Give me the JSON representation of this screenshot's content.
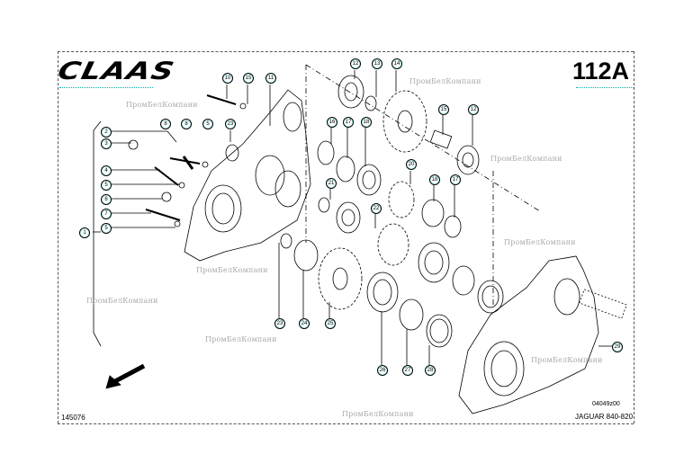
{
  "header": {
    "brand_logo": "CLAAS",
    "page_number": "112A"
  },
  "footer": {
    "document_number": "145076",
    "reference_code": "04049z00",
    "model": "JAGUAR 840-820"
  },
  "watermarks": [
    "ПромБелКомпани",
    "ПромБелКомпани",
    "ПромБелКомпани",
    "ПромБелКомпани",
    "ПромБелКомпани",
    "ПромБелКомпани",
    "ПромБелКомпани",
    "ПромБелКомпани",
    "ПромБелКомпани"
  ],
  "callouts": {
    "c1": "1",
    "c2": "2",
    "c3": "3",
    "c4": "4",
    "c5a": "5",
    "c6": "6",
    "c7": "7",
    "c5b": "5",
    "c8a": "8",
    "c8b": "8",
    "c5c": "5",
    "c23a": "23",
    "c10": "10",
    "c15": "15",
    "c11": "11",
    "c12a": "12",
    "c13": "13",
    "c14": "14",
    "c15b": "15",
    "c12b": "12",
    "c16": "16",
    "c17a": "17",
    "c18a": "18",
    "c20": "20",
    "c18b": "18",
    "c17b": "17",
    "c21": "21",
    "c22": "22",
    "c23b": "23",
    "c24": "24",
    "c25": "25",
    "c26": "26",
    "c27": "27",
    "c28": "28",
    "c29": "29"
  },
  "colors": {
    "line": "#000000",
    "highlight": "#00b0c0",
    "watermark_text": "#aaaaaa",
    "watermark_red": "#e89090"
  },
  "icons": {
    "direction_arrow": "arrow-down-left-icon"
  }
}
